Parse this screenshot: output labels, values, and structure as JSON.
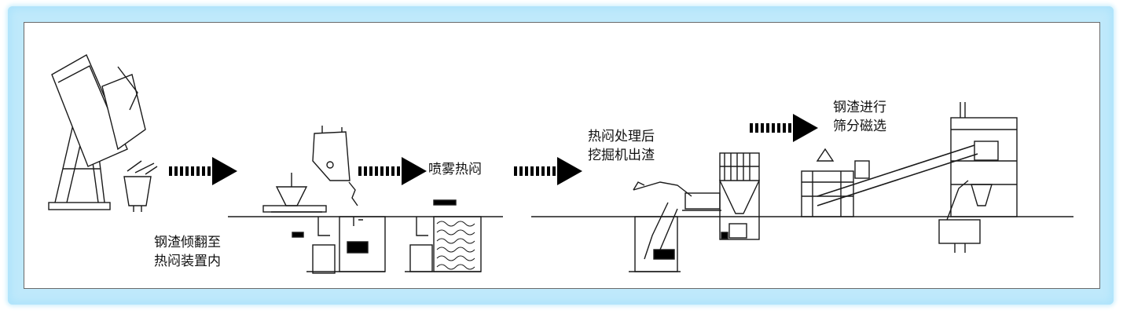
{
  "labels": {
    "step1_line1": "钢渣倾翻至",
    "step1_line2": "热闷装置内",
    "step2": "喷雾热闷",
    "step3_line1": "热闷处理后",
    "step3_line2": "挖掘机出渣",
    "step4_line1": "钢渣进行",
    "step4_line2": "筛分磁选"
  },
  "colors": {
    "frame": "#bfe9fb",
    "line": "#1a1a1a",
    "arrow": "#000000"
  },
  "icons": [
    "arrow-right-icon"
  ]
}
